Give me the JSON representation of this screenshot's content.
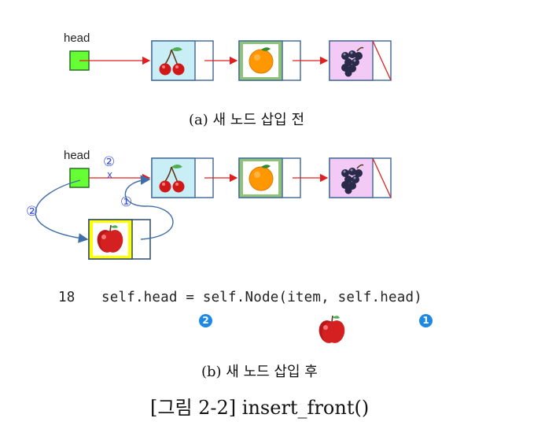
{
  "diagram_a": {
    "head_label": "head",
    "caption": "(a) 새 노드 삽입 전",
    "nodes": [
      "cherry-icon",
      "orange-icon",
      "grapes-icon"
    ]
  },
  "diagram_b": {
    "head_label": "head",
    "step1_label": "①",
    "step2_label_top": "②",
    "step2_cross": "x",
    "step2_label_left": "②",
    "nodes": [
      "cherry-icon",
      "orange-icon",
      "grapes-icon"
    ],
    "new_node": "apple-icon",
    "caption": "(b) 새 노드 삽입 후"
  },
  "code": {
    "line_number": "18",
    "text": "self.head = self.Node(item, self.head)",
    "badge_2": "2",
    "badge_1": "1"
  },
  "figure_title": "[그림 2-2] insert_front()",
  "colors": {
    "head_box": "#66ff33",
    "cherry_bg": "#c9eef5",
    "orange_bg": "#8fc27a",
    "grapes_bg": "#f3c9f5",
    "apple_bg": "#ffff00",
    "arrow_red": "#e02020",
    "arrow_blue": "#3f6ea8",
    "badge_blue": "#1e88e5"
  }
}
